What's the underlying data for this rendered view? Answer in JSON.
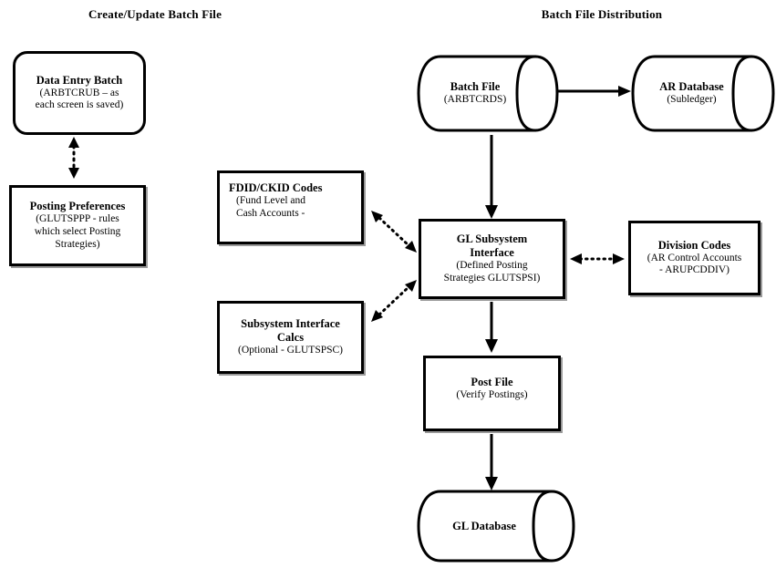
{
  "sections": [
    {
      "id": "create-update",
      "label": "Create/Update Batch File"
    },
    {
      "id": "distribution",
      "label": "Batch File Distribution"
    }
  ],
  "nodes": {
    "data_entry_batch": {
      "title": "Data Entry Batch",
      "sub": "(ARBTCRUB – as\neach screen is saved)",
      "shape": "rounded-rect"
    },
    "posting_preferences": {
      "title": "Posting Preferences",
      "sub": "(GLUTSPPP - rules\nwhich select Posting\nStrategies)",
      "shape": "rect"
    },
    "fdid_ckid_codes": {
      "title": "FDID/CKID Codes",
      "sub": "(Fund Level and\nCash Accounts -",
      "shape": "rect"
    },
    "subsystem_interface_calcs": {
      "title": "Subsystem Interface\nCalcs",
      "sub": "(Optional - GLUTSPSC)",
      "shape": "rect"
    },
    "gl_subsystem_interface": {
      "title": "GL Subsystem\nInterface",
      "sub": "(Defined Posting\nStrategies GLUTSPSI)",
      "shape": "rect"
    },
    "division_codes": {
      "title": "Division Codes",
      "sub": "(AR Control Accounts\n- ARUPCDDIV)",
      "shape": "rect"
    },
    "post_file": {
      "title": "Post File",
      "sub": "(Verify Postings)",
      "shape": "rect"
    },
    "batch_file": {
      "title": "Batch File",
      "sub": "(ARBTCRDS)",
      "shape": "cylinder"
    },
    "ar_database": {
      "title": "AR Database",
      "sub": "(Subledger)",
      "shape": "cylinder"
    },
    "gl_database": {
      "title": "GL Database",
      "sub": "",
      "shape": "cylinder"
    }
  },
  "connectors": [
    {
      "id": "data-entry-to-posting-preferences",
      "style": "dotted",
      "heads": "both",
      "orientation": "vertical"
    },
    {
      "id": "batch-file-to-ar-database",
      "style": "solid",
      "heads": "end",
      "orientation": "horizontal"
    },
    {
      "id": "batch-file-to-gl-subsystem-interface",
      "style": "solid",
      "heads": "end",
      "orientation": "vertical"
    },
    {
      "id": "fdid-to-gl-subsystem-interface",
      "style": "dotted",
      "heads": "both",
      "orientation": "diagonal"
    },
    {
      "id": "subsystem-calcs-to-gl-subsystem-interface",
      "style": "dotted",
      "heads": "both",
      "orientation": "diagonal"
    },
    {
      "id": "gl-subsystem-interface-to-division-codes",
      "style": "dotted",
      "heads": "both",
      "orientation": "horizontal"
    },
    {
      "id": "gl-subsystem-interface-to-post-file",
      "style": "solid",
      "heads": "end",
      "orientation": "vertical"
    },
    {
      "id": "post-file-to-gl-database",
      "style": "solid",
      "heads": "end",
      "orientation": "vertical"
    }
  ],
  "colors": {
    "stroke": "#000000",
    "background": "#ffffff",
    "shadow": "#9a9a9a"
  }
}
